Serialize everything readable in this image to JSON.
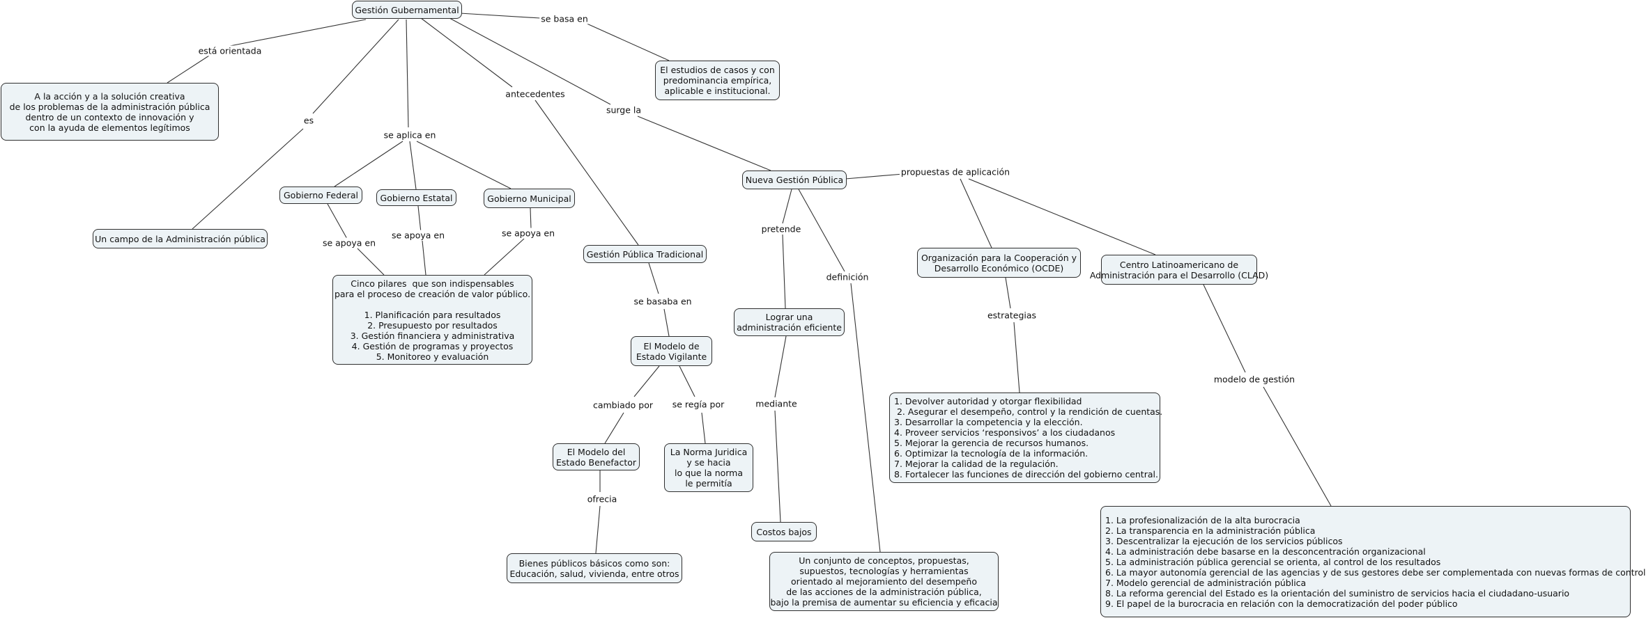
{
  "nodes": {
    "gestion_gubernamental": "Gestión Gubernamental",
    "accion_creativa": "A la acción y a la solución creativa\nde los problemas de la administración pública\ndentro de un contexto de innovación y\ncon la ayuda de elementos legítimos",
    "estudios_casos": "El estudios de casos y con\npredominancia empírica,\naplicable e institucional.",
    "campo_admin": "Un campo de la Administración pública",
    "gobierno_federal": "Gobierno Federal",
    "gobierno_estatal": "Gobierno Estatal",
    "gobierno_municipal": "Gobierno Municipal",
    "cinco_pilares": "Cinco pilares  que son indispensables\npara el proceso de creación de valor público.\n\n1. Planificación para resultados\n2. Presupuesto por resultados\n3. Gestión financiera y administrativa\n4. Gestión de programas y proyectos\n5. Monitoreo y evaluación",
    "gestion_tradicional": "Gestión Pública Tradicional",
    "modelo_vigilante": "El Modelo de\nEstado Vigilante",
    "modelo_benefactor": "El Modelo del\nEstado Benefactor",
    "norma_juridica": "La Norma Juridica\ny se hacia\nlo que la norma\nle permitía",
    "bienes_publicos": "Bienes públicos básicos como son:\nEducación, salud, vivienda, entre otros",
    "nueva_gestion": "Nueva Gestión Pública",
    "lograr_admin": "Lograr una\nadministración eficiente",
    "costos_bajos": "Costos bajos",
    "conjunto_conceptos": "Un conjunto de conceptos, propuestas,\nsupuestos, tecnologías y herramientas\norientado al mejoramiento del desempeño\nde las acciones de la administración pública,\nbajo la premisa de aumentar su eficiencia y eficacia",
    "ocde": "Organización para la Cooperación y\nDesarrollo Económico (OCDE)",
    "clad": "Centro Latinoamericano de\nAdministración para el Desarrollo (CLAD)",
    "ocde_lista": "1. Devolver autoridad y otorgar flexibilidad\n 2. Asegurar el desempeño, control y la rendición de cuentas.\n3. Desarrollar la competencia y la elección.\n4. Proveer servicios ‘responsivos’ a los ciudadanos\n5. Mejorar la gerencia de recursos humanos.\n6. Optimizar la tecnología de la información.\n7. Mejorar la calidad de la regulación.\n8. Fortalecer las funciones de dirección del gobierno central.",
    "clad_lista": "1. La profesionalización de la alta burocracia\n2. La transparencia en la administración pública\n3. Descentralizar la ejecución de los servicios públicos\n4. La administración debe basarse en la desconcentración organizacional\n5. La administración pública gerencial se orienta, al control de los resultados\n6. La mayor autonomía gerencial de las agencias y de sus gestores debe ser complementada con nuevas formas de control\n7. Modelo gerencial de administración pública\n8. La reforma gerencial del Estado es la orientación del suministro de servicios hacia el ciudadano-usuario\n9. El papel de la burocracia en relación con la democratización del poder público"
  },
  "links": {
    "esta_orientada": "está orientada",
    "se_basa_en": "se basa en",
    "es": "es",
    "se_aplica_en": "se aplica en",
    "antecedentes": "antecedentes",
    "surge_la": "surge la",
    "se_apoya_en_1": "se apoya en",
    "se_apoya_en_2": "se apoya en",
    "se_apoya_en_3": "se apoya en",
    "se_basaba_en": "se basaba en",
    "cambiado_por": "cambiado por",
    "se_regia_por": "se regía por",
    "ofrecia": "ofrecia",
    "pretende": "pretende",
    "definicion": "definición",
    "mediante": "mediante",
    "propuestas": "propuestas de aplicación",
    "estrategias": "estrategias",
    "modelo_gestion": "modelo de gestión"
  },
  "colors": {
    "node_fill": "#edf3f6",
    "node_border": "#2e2e2e",
    "line": "#333333"
  }
}
